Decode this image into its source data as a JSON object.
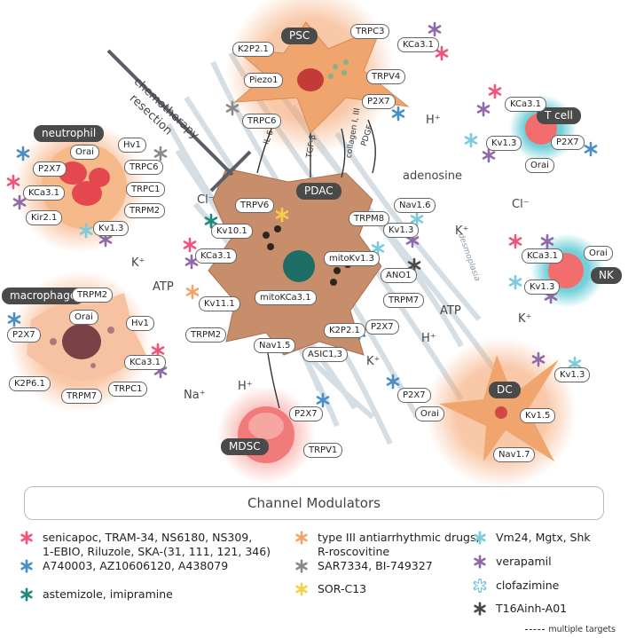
{
  "colors": {
    "pink": "#f0547b",
    "blue": "#4a8fc4",
    "teal": "#1e8a7c",
    "orange": "#f3a36d",
    "gray": "#8a8a8a",
    "yellow": "#f6cf4a",
    "lightblue": "#7ccbdc",
    "purple": "#8e6aa8",
    "dark": "#4a4a4a"
  },
  "cells": {
    "psc": "PSC",
    "pdac": "PDAC",
    "neutrophil": "neutrophil",
    "macrophage": "macrophage",
    "tcell": "T cell",
    "nk": "NK",
    "dc": "DC",
    "mdsc": "MDSC"
  },
  "treatment": {
    "chemo": "chemotherapy",
    "resection": "resection"
  },
  "signals": {
    "il6": "IL-6",
    "tgfb": "TGF-β",
    "collagen": "collagen I, III",
    "pdgf": "PDGF",
    "desmoplasia": "desmoplasia"
  },
  "ions": {
    "h1": "H⁺",
    "adenosine": "adenosine",
    "cl1": "Cl⁻",
    "cl2": "Cl⁻",
    "k1": "K⁺",
    "k2": "K⁺",
    "k3": "K⁺",
    "k4": "K⁺",
    "atp1": "ATP",
    "atp2": "ATP",
    "h2": "H⁺",
    "h3": "H⁺",
    "na": "Na⁺"
  },
  "psc_channels": [
    "K2P2.1",
    "TRPC3",
    "KCa3.1",
    "Piezo1",
    "TRPV4",
    "P2X7",
    "TRPC6"
  ],
  "neutrophil_channels": [
    "Orai",
    "Hv1",
    "P2X7",
    "TRPC6",
    "KCa3.1",
    "TRPC1",
    "TRPM2",
    "Kir2.1",
    "Kv1.3"
  ],
  "macrophage_channels": [
    "TRPM2",
    "Orai",
    "P2X7",
    "Hv1",
    "KCa3.1",
    "K2P6.1",
    "TRPC1",
    "TRPM7"
  ],
  "pdac_channels": [
    "TRPV6",
    "TRPM8",
    "Nav1.6",
    "Kv10.1",
    "Kv1.3",
    "KCa3.1",
    "mitoKv1.3",
    "ANO1",
    "Kv11.1",
    "mitoKCa3.1",
    "TRPM7",
    "TRPM2",
    "Nav1.5",
    "K2P2.1",
    "P2X7",
    "ASIC1,3"
  ],
  "tcell_channels": [
    "KCa3.1",
    "Kv1.3",
    "P2X7",
    "Orai"
  ],
  "nk_channels": [
    "KCa3.1",
    "Orai",
    "Kv1.3"
  ],
  "dc_channels": [
    "Kv1.3",
    "P2X7",
    "Orai",
    "Kv1.5",
    "Nav1.7"
  ],
  "mdsc_channels": [
    "P2X7",
    "TRPV1"
  ],
  "legend": {
    "title": "Channel Modulators",
    "items": [
      {
        "color": "pink",
        "text": "senicapoc, TRAM-34, NS6180, NS309,\n1-EBIO, Riluzole,  SKA-(31, 111, 121, 346)"
      },
      {
        "color": "blue",
        "text": "A740003, AZ10606120, A438079"
      },
      {
        "color": "teal",
        "text": "astemizole, imipramine"
      },
      {
        "color": "orange",
        "text": "type III antiarrhythmic drugs,\nR-roscovitine"
      },
      {
        "color": "gray",
        "text": "SAR7334, BI-749327"
      },
      {
        "color": "yellow",
        "text": "SOR-C13"
      },
      {
        "color": "lightblue",
        "text": "Vm24, Mgtx, Shk"
      },
      {
        "color": "purple",
        "text": "verapamil"
      },
      {
        "color": "lightblue",
        "outline": true,
        "text": "clofazimine"
      },
      {
        "color": "dark",
        "text": "T16Ainh-A01"
      }
    ],
    "footnote": "multiple targets"
  }
}
